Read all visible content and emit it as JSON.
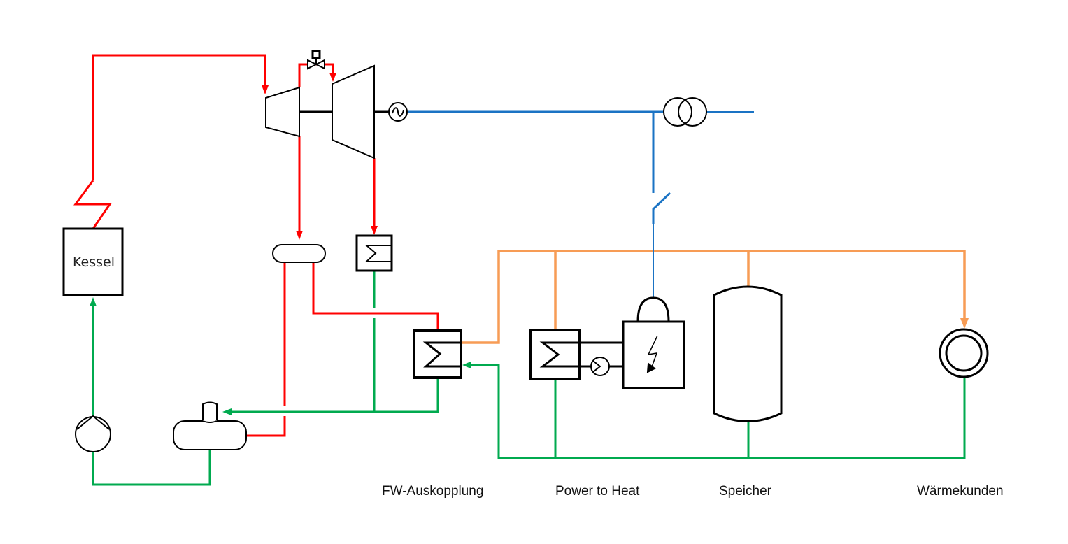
{
  "diagram": {
    "type": "process-flow-schematic",
    "components": {
      "boiler": {
        "label": "Kessel"
      },
      "hp_turbine": {
        "label": ""
      },
      "lp_turbine": {
        "label": ""
      },
      "generator": {
        "label": ""
      },
      "transformer": {
        "label": ""
      },
      "switch": {
        "label": ""
      },
      "separator": {
        "label": ""
      },
      "condenser": {
        "label": ""
      },
      "feedwater_tank": {
        "label": ""
      },
      "feed_pump": {
        "label": ""
      },
      "fw_heat_exchanger": {
        "label": ""
      },
      "p2h_heat_exchanger": {
        "label": ""
      },
      "p2h_pump": {
        "label": ""
      },
      "electric_heater": {
        "label": ""
      },
      "storage_tank": {
        "label": ""
      },
      "heat_consumer": {
        "label": ""
      }
    },
    "section_labels": {
      "fw": "FW-Auskopplung",
      "p2h": "Power to Heat",
      "storage": "Speicher",
      "consumers": "Wärmekunden"
    },
    "colors": {
      "steam": "#ff0000",
      "water": "#00aa4f",
      "power": "#1a73c4",
      "district_heat": "#f79c55",
      "equipment": "#000000"
    }
  }
}
